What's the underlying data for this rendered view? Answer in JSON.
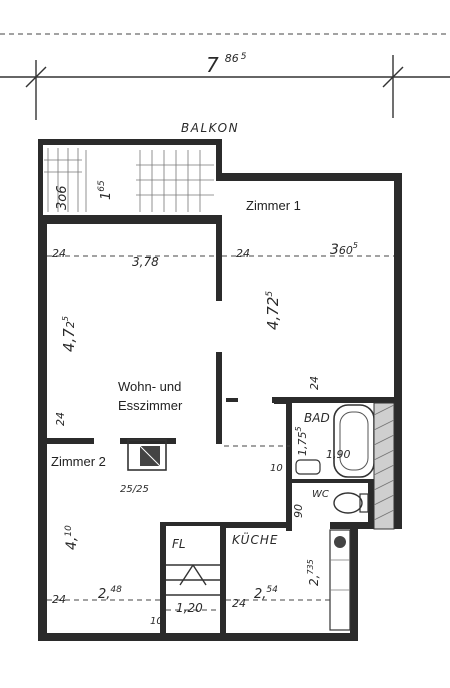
{
  "colors": {
    "wall": "#2b2b2b",
    "paper": "#ffffff",
    "ink": "#2a2a2a"
  },
  "plan": {
    "overall_dimension": "7",
    "overall_dimension_sup": "86",
    "overall_dimension_sup2": "5",
    "balcony_label": "BALKON",
    "rooms": {
      "zimmer1": "Zimmer 1",
      "wohn_line1": "Wohn- und",
      "wohn_line2": "Esszimmer",
      "zimmer2": "Zimmer 2",
      "bad": "BAD",
      "wc": "WC",
      "kueche": "KÜCHE",
      "flur": "FL"
    },
    "dims": {
      "balcony_left": "3o6",
      "balcony_mid": "1",
      "balcony_mid_sup": "65",
      "wohn_top": "3,78",
      "wall_24_a": "24",
      "wall_24_b": "24",
      "zimmer1_width": "3",
      "zimmer1_width_sup": "60",
      "zimmer1_width_sup2": "5",
      "zimmer1_height": "4,72",
      "zimmer1_height_sup": "5",
      "left_height": "4,7",
      "left_height_sup": "2",
      "left_height_sup2": "5",
      "wall_24_left": "24",
      "wall_24_right": "24",
      "bath_height": "1,75",
      "bath_height_sup": "5",
      "bath_width": "1,90",
      "wall_10": "10",
      "wc_90": "90",
      "chimney": "25/25",
      "zimmer2_height": "4,",
      "zimmer2_height_sup": "10",
      "zimmer2_width": "2,",
      "zimmer2_width_sup": "48",
      "wall_24_bl": "24",
      "flur_width": "1,20",
      "wall_10_b": "10",
      "wall_24_kueche": "24",
      "kueche_width": "2,",
      "kueche_width_sup": "54",
      "kueche_height": "2,",
      "kueche_height_sup": "735"
    }
  }
}
